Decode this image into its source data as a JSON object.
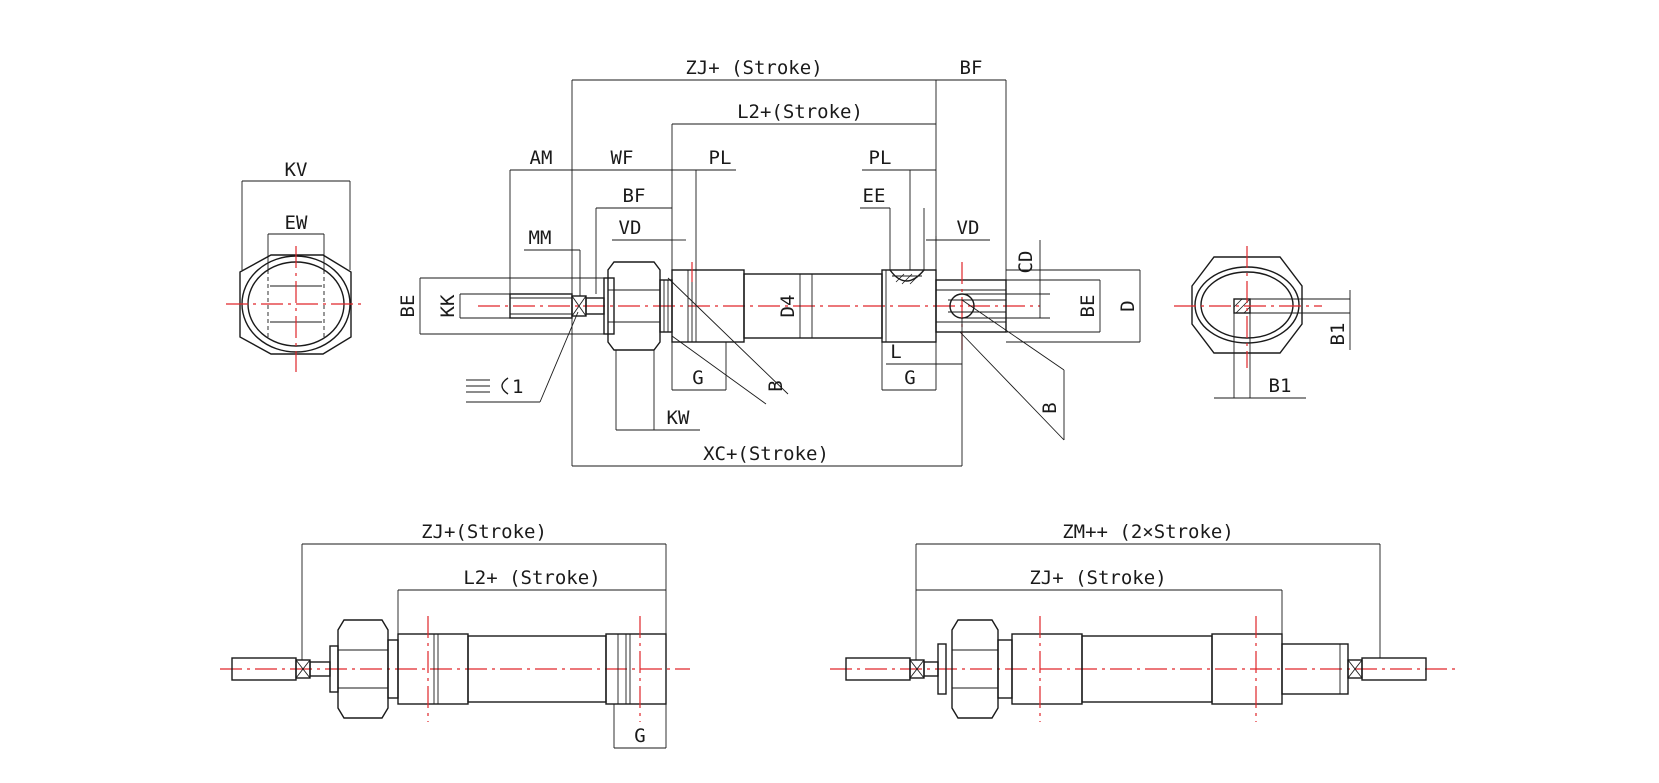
{
  "colors": {
    "line": "#1a1a1a",
    "centerline": "#e0262a",
    "background": "#ffffff"
  },
  "icons": {
    "wrench": "wrench-icon"
  },
  "left_end_view": {
    "kv": "KV",
    "ew": "EW"
  },
  "main_view": {
    "zj_stroke": "ZJ+ (Stroke)",
    "bf_top": "BF",
    "l2_stroke": "L2+(Stroke)",
    "am": "AM",
    "wf": "WF",
    "pl_left": "PL",
    "pl_right": "PL",
    "bf_mid": "BF",
    "ee": "EE",
    "mm": "MM",
    "vd_left": "VD",
    "vd_right": "VD",
    "cd": "CD",
    "be_left": "BE",
    "kk": "KK",
    "d4": "D4",
    "be_right": "BE",
    "d": "D",
    "wrench_size": "1",
    "l": "L",
    "g_left": "G",
    "g_right": "G",
    "b_left": "B",
    "b_right": "B",
    "kw": "KW",
    "xc_stroke": "XC+(Stroke)"
  },
  "right_end_view": {
    "b1_vertical": "B1",
    "b1_horizontal": "B1"
  },
  "bottom_left_view": {
    "zj_stroke": "ZJ+(Stroke)",
    "l2_stroke": "L2+ (Stroke)",
    "g": "G"
  },
  "bottom_right_view": {
    "zm_stroke": "ZM++ (2×Stroke)",
    "zj_stroke": "ZJ+ (Stroke)"
  }
}
